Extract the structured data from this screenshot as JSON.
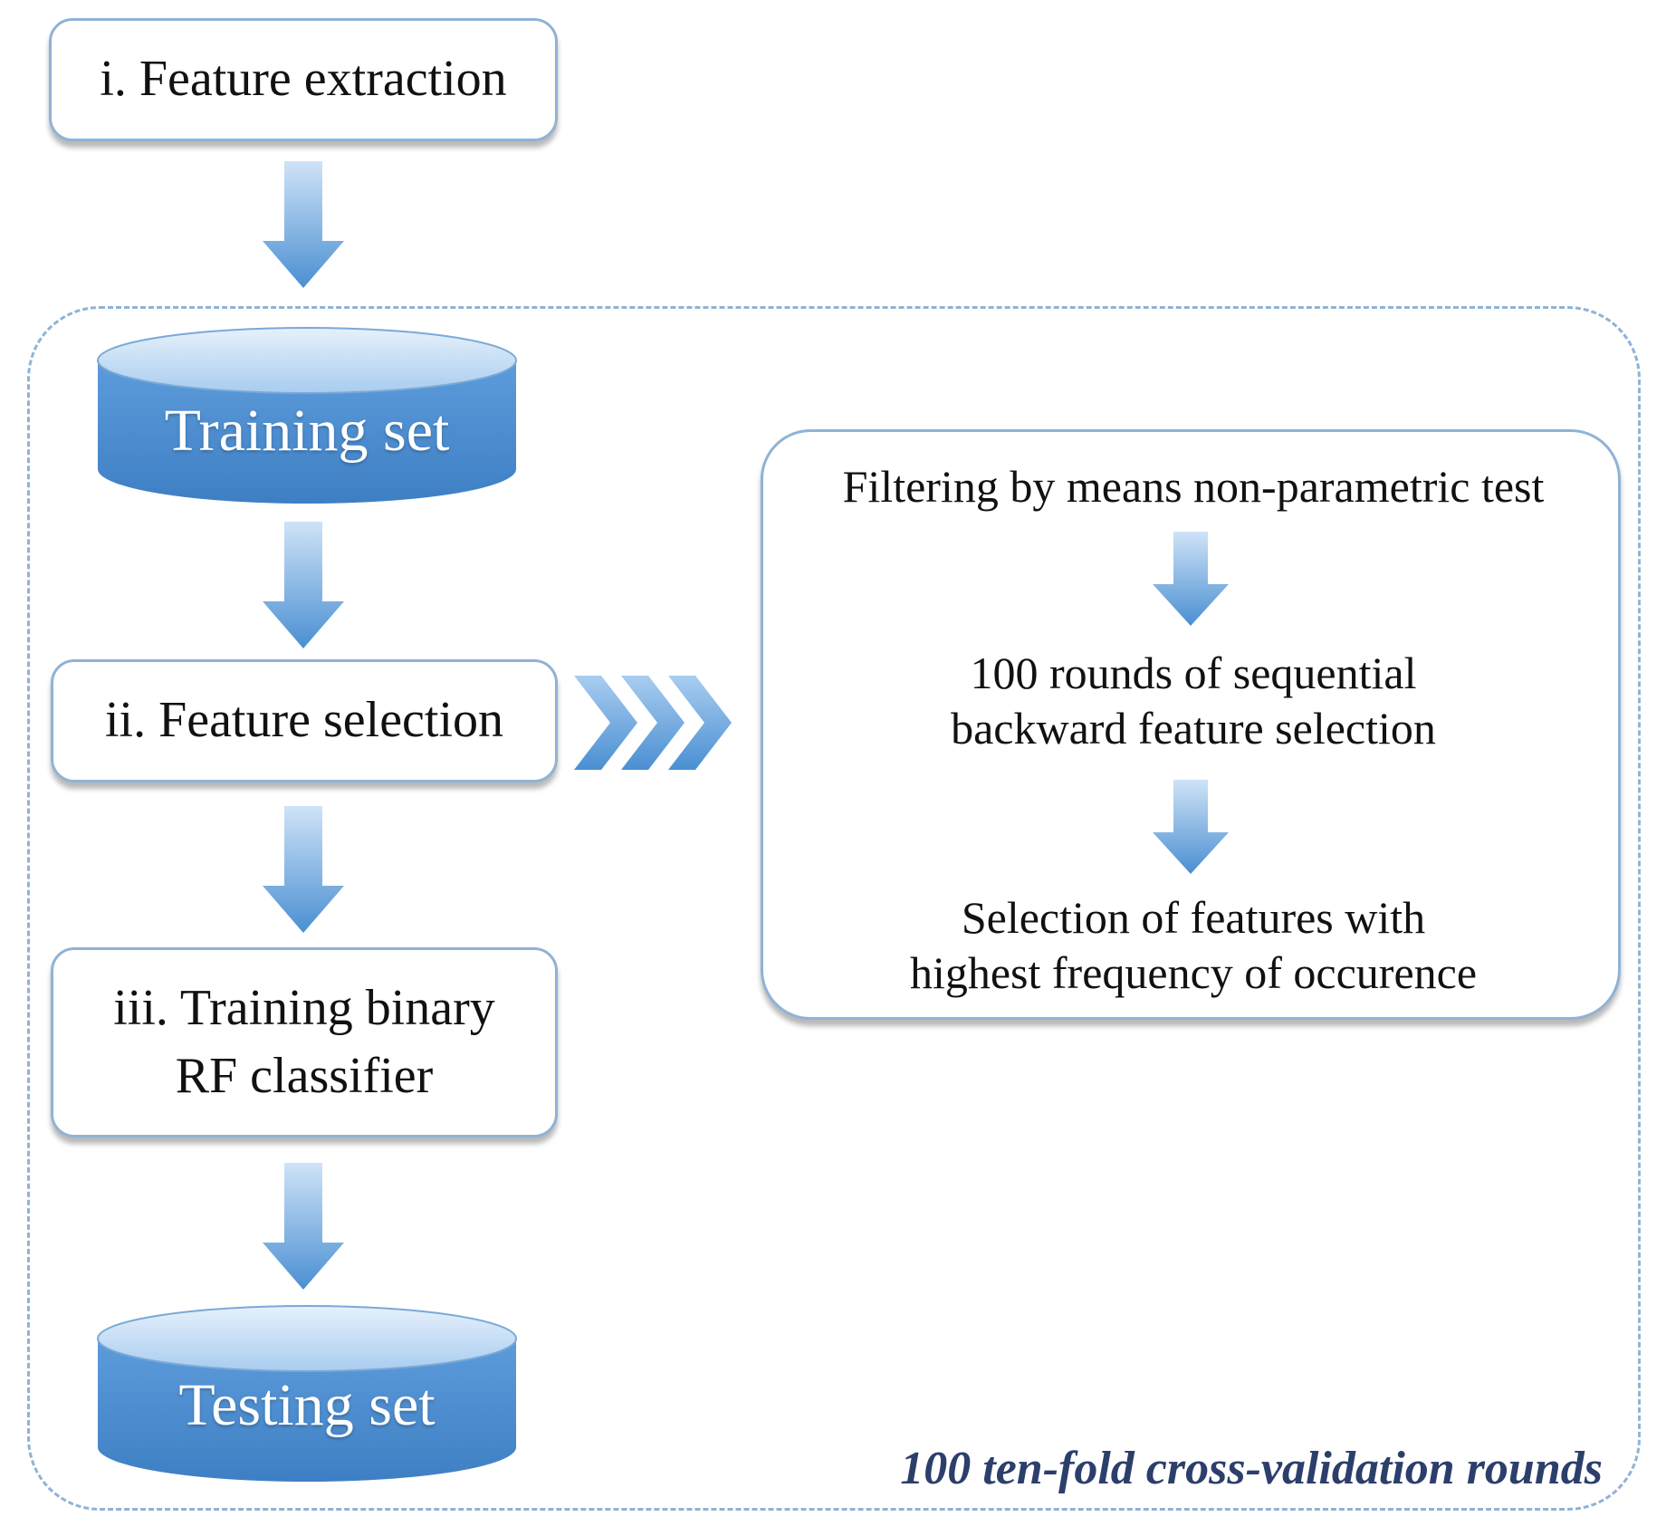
{
  "steps": {
    "feature_extraction": "i. Feature extraction",
    "feature_selection": "ii. Feature selection",
    "training_line1": "iii. Training binary",
    "training_line2": "RF classifier"
  },
  "data_sets": {
    "training": "Training set",
    "testing": "Testing set"
  },
  "feature_selection_detail": {
    "filtering": "Filtering by means non-parametric test",
    "rounds_line1": "100 rounds of sequential",
    "rounds_line2": "backward feature selection",
    "selection_line1": "Selection of features with",
    "selection_line2": "highest frequency of occurence"
  },
  "loop_caption": "100 ten-fold cross-validation rounds",
  "colors": {
    "border": "#8fb3d6",
    "arrow_light": "#cfe3f7",
    "arrow_dark": "#4a8fd2",
    "caption": "#2c3f6b"
  }
}
